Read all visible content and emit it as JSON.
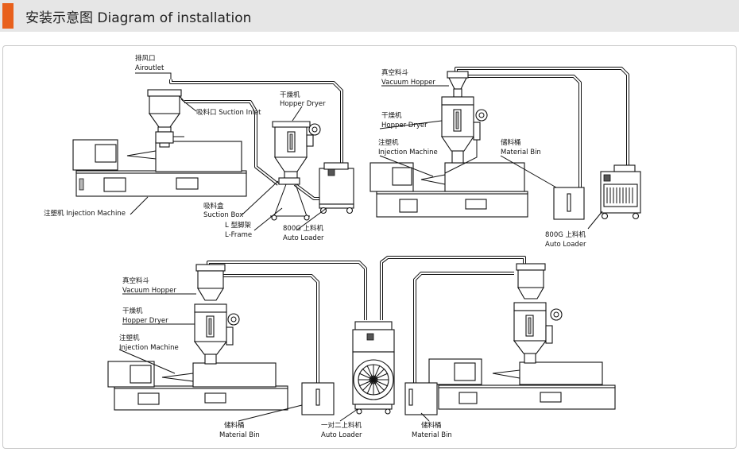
{
  "header": {
    "title": "安装示意图 Diagram of installation"
  },
  "labels": {
    "a_air_cn": "排风口",
    "a_air_en": "Airoutlet",
    "a_suction_inlet": "吸料口 Suction Inlet",
    "a_dryer_cn": "干燥机",
    "a_dryer_en": "Hopper Dryer",
    "a_im": "注塑机 Injection Machine",
    "a_box_cn": "吸料盒",
    "a_box_en": "Suction Box",
    "a_frame_cn": "L 型脚架",
    "a_frame_en": "L-Frame",
    "a_loader_cn": "800G 上料机",
    "a_loader_en": "Auto Loader",
    "b_vh_cn": "真空料斗",
    "b_vh_en": "Vacuum Hopper",
    "b_dryer_cn": "干燥机",
    "b_dryer_en": "Hopper Dryer",
    "b_im_cn": "注塑机",
    "b_im_en": "Injection Machine",
    "b_bin_cn": "储料桶",
    "b_bin_en": "Material Bin",
    "b_loader_cn": "800G 上料机",
    "b_loader_en": "Auto Loader",
    "c_vh_cn": "真空料斗",
    "c_vh_en": "Vacuum Hopper",
    "c_dryer_cn": "干燥机",
    "c_dryer_en": "Hopper Dryer",
    "c_im_cn": "注塑机",
    "c_im_en": "Injection Machine",
    "c_bin_cn": "储料桶",
    "c_bin_en": "Material Bin",
    "c_loader_cn": "一对二上料机",
    "c_loader_en": "Auto Loader",
    "d_bin_cn": "储料桶",
    "d_bin_en": "Material Bin"
  }
}
